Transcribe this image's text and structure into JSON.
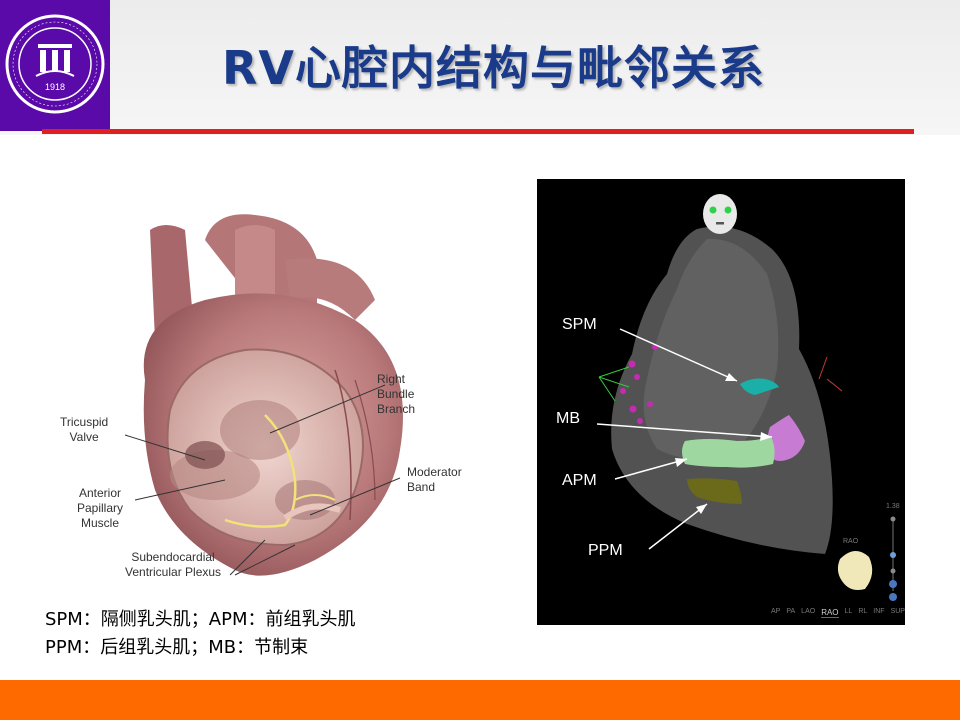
{
  "slide": {
    "title": "RV心腔内结构与毗邻关系"
  },
  "logo": {
    "year_text": "1918",
    "color": "#5a0aa8"
  },
  "illustration": {
    "labels": {
      "right_bundle_branch": [
        "Right",
        "Bundle",
        "Branch"
      ],
      "tricuspid_valve": [
        "Tricuspid",
        "Valve"
      ],
      "moderator_band": [
        "Moderator",
        "Band"
      ],
      "anterior_papillary_muscle": [
        "Anterior",
        "Papillary",
        "Muscle"
      ],
      "subendocardial_plexus": [
        "Subendocardial",
        "Ventricular Plexus"
      ]
    }
  },
  "captions": {
    "line1": "SPM：隔侧乳头肌；APM：前组乳头肌",
    "line2": "PPM：后组乳头肌；MB：节制束"
  },
  "map": {
    "labels": {
      "spm": "SPM",
      "mb": "MB",
      "apm": "APM",
      "ppm": "PPM"
    },
    "scale_value": "1.38",
    "orientation_label": "RAO",
    "views": [
      "AP",
      "PA",
      "LAO",
      "RAO",
      "LL",
      "RL",
      "INF",
      "SUP"
    ],
    "active_view": "RAO",
    "structure_colors": {
      "spm": "#1ab0a8",
      "mb": "#c77bd2",
      "apm": "#9ed8a0",
      "ppm": "#6a6a1a"
    }
  },
  "colors": {
    "title": "#1a3a8a",
    "accent_line": "#e0201e",
    "bottom_bar": "#ff6a00"
  }
}
